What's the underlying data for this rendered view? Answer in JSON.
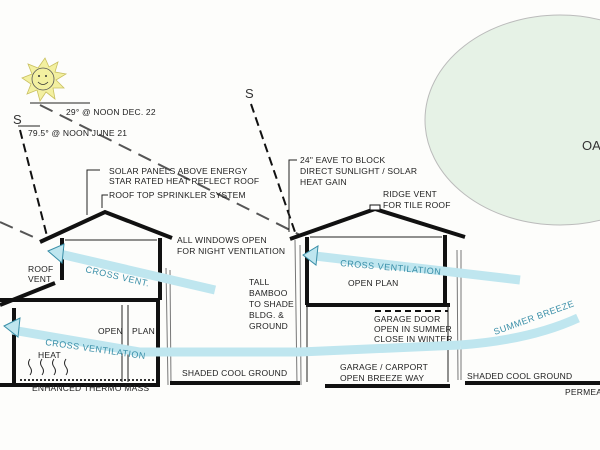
{
  "diagram": {
    "sun_angles": {
      "winter": "29° @ NOON DEC. 22",
      "summer": "79.5° @ NOON JUNE 21"
    },
    "south_markers": [
      "S",
      "S"
    ],
    "tree_label": "OA",
    "labels": {
      "solar_panels": [
        "SOLAR PANELS ABOVE ENERGY",
        "STAR RATED HEAT REFLECT ROOF"
      ],
      "sprinkler": "ROOF TOP SPRINKLER SYSTEM",
      "eave": [
        "24\" EAVE TO BLOCK",
        "DIRECT SUNLIGHT / SOLAR",
        "HEAT GAIN"
      ],
      "ridge_vent": [
        "RIDGE VENT",
        "FOR TILE ROOF"
      ],
      "windows": [
        "ALL WINDOWS OPEN",
        "FOR NIGHT VENTILATION"
      ],
      "roof_vent": [
        "ROOF",
        "VENT"
      ],
      "bamboo": [
        "TALL",
        "BAMBOO",
        "TO SHADE",
        "BLDG. & ",
        "GROUND"
      ],
      "open_plan_left": [
        "OPEN",
        "PLAN"
      ],
      "open_plan_right": "OPEN PLAN",
      "garage_door": [
        "GARAGE DOOR",
        "OPEN IN SUMMER",
        "CLOSE IN WINTER"
      ],
      "summer_breeze": "SUMMER BREEZE",
      "heat": "HEAT",
      "thermo_mass": "ENHANCED THERMO MASS",
      "shaded_ground_left": "SHADED COOL GROUND",
      "garage": [
        "GARAGE / CARPORT",
        "OPEN BREEZE WAY"
      ],
      "shaded_ground_right": "SHADED COOL GROUND",
      "permeable": "PERMEA"
    },
    "airflow": {
      "cross_vent_upper_left": "CROSS VENT.",
      "cross_vent_lower": "CROSS  VENTILATION",
      "cross_vent_right": "CROSS  VENTILATION"
    },
    "colors": {
      "airflow": "#bfe6ef",
      "tree": "#e4f1e4",
      "sun": "#f3f0a0"
    }
  }
}
